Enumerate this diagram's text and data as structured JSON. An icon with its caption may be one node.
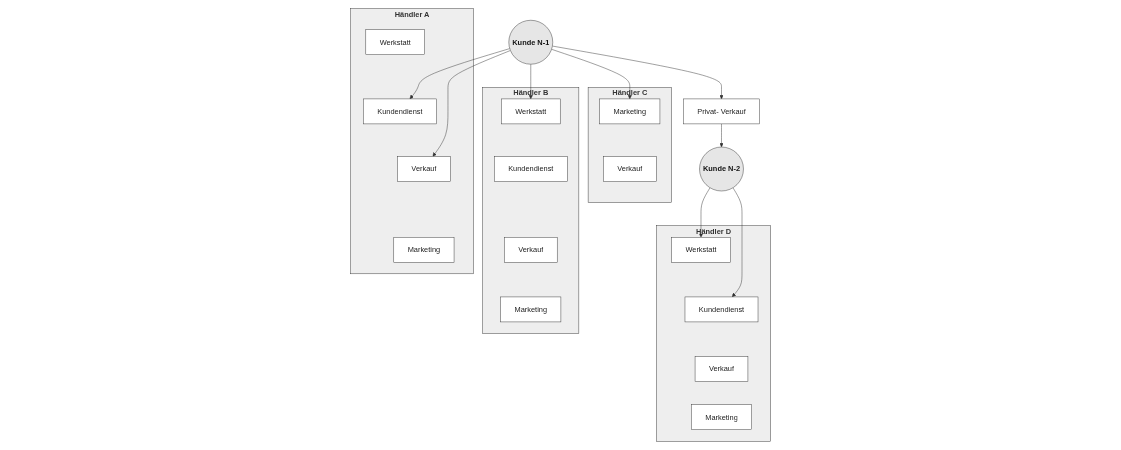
{
  "diagram": {
    "nodes": [
      {
        "text": [
          "Händler A"
        ]
      },
      {
        "text": [
          "Werkstatt"
        ],
        "in": 0
      },
      {
        "text": [
          "Kundendienst"
        ],
        "in": 0
      },
      {
        "text": [
          "Verkauf"
        ],
        "in": 0
      },
      {
        "text": [
          "Marketing"
        ],
        "in": 0
      },
      {
        "text": [
          "Händler B"
        ]
      },
      {
        "text": [
          "Werkstatt"
        ],
        "in": 5
      },
      {
        "text": [
          "Kundendienst"
        ],
        "in": 5
      },
      {
        "text": [
          "Verkauf"
        ],
        "in": 5
      },
      {
        "text": [
          "Marketing"
        ],
        "in": 5
      },
      {
        "text": [
          "Händler D"
        ]
      },
      {
        "text": [
          "Werkstatt"
        ],
        "in": 10
      },
      {
        "text": [
          "Kundendienst"
        ],
        "in": 10
      },
      {
        "text": [
          "Verkauf"
        ],
        "in": 10
      },
      {
        "text": [
          "Marketing"
        ],
        "in": 10
      },
      {
        "text": [
          "Kunde N-1"
        ]
      },
      {
        "text": [
          "Kunde N-2"
        ]
      },
      {
        "text": [
          "Händler C"
        ]
      },
      {
        "text": [
          "Marketing"
        ],
        "in": 17
      },
      {
        "text": [
          "Verkauf"
        ],
        "in": 17
      },
      {
        "text": [
          "Privat- Verkauf"
        ]
      }
    ],
    "edges": [
      {
        "from": 15,
        "to": 2,
        "arrow": "to"
      },
      {
        "from": 15,
        "to": 3,
        "arrow": "to"
      },
      {
        "from": 15,
        "to": 6,
        "arrow": "to"
      },
      {
        "from": 15,
        "to": 18,
        "arrow": "to"
      },
      {
        "from": 15,
        "to": 20,
        "arrow": "to"
      },
      {
        "from": 20,
        "to": 16,
        "arrow": "to"
      },
      {
        "from": 16,
        "to": 11,
        "arrow": "to"
      },
      {
        "from": 16,
        "to": 12,
        "arrow": "to"
      }
    ]
  }
}
